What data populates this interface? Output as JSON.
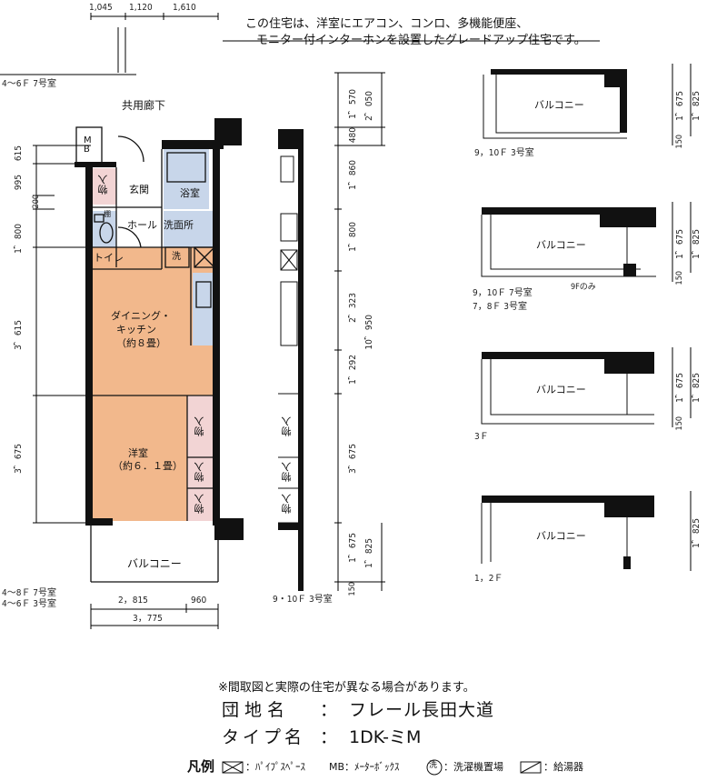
{
  "header_note": [
    "この住宅は、洋室にエアコン、コンロ、多機能便座、",
    "モニター付インターホンを設置したグレードアップ住宅です。"
  ],
  "top_dims": [
    "1,045",
    "1,120",
    "1,610"
  ],
  "unit_label_main": "4～6Ｆ 7号室",
  "corridor": "共用廊下",
  "rooms": {
    "mb": "M\nB",
    "storage": "物入",
    "entrance": "玄関",
    "bath": "浴室",
    "hall": "ホール",
    "washroom": "洗面所",
    "toilet": "トイレ",
    "washer_mark": "洗",
    "cabinet": "棚",
    "dining": "ダイニング・",
    "kitchen": "キッチン",
    "dining_size": "（約８畳）",
    "western": "洋室",
    "western_size": "（約６．１畳）",
    "balcony": "バルコニー"
  },
  "left_dims": [
    "615",
    "995",
    "200",
    "1，800",
    "3，615",
    "3，675"
  ],
  "center_dims": [
    "1，570",
    "2，050",
    "480",
    "1，860",
    "1，800",
    "2，323",
    "10，950",
    "1，292",
    "3，675",
    "1，675",
    "1，825",
    "150"
  ],
  "bottom_labels": [
    "4～8Ｆ 7号室",
    "4～6Ｆ 3号室"
  ],
  "bottom_dims": [
    "2，815",
    "960",
    "3，775"
  ],
  "side_label": "9・10Ｆ 3号室",
  "variants": [
    {
      "labels": [
        "9，10Ｆ 3号室"
      ],
      "dims": [
        "1，675",
        "1，825",
        "150"
      ]
    },
    {
      "labels": [
        "9，10Ｆ 7号室",
        "7，8Ｆ 3号室"
      ],
      "note": "9Fのみ",
      "dims": [
        "1，675",
        "1，825",
        "150"
      ]
    },
    {
      "labels": [
        "3Ｆ"
      ],
      "dims": [
        "1，675",
        "1，825",
        "150"
      ]
    },
    {
      "labels": [
        "1，2Ｆ"
      ],
      "dims": [
        "1，825"
      ]
    }
  ],
  "disclaimer": "※間取図と実際の住宅が異なる場合があります。",
  "info": [
    {
      "label": "団地名",
      "sep": "：",
      "value": "フレール長田大道"
    },
    {
      "label": "タイプ名",
      "sep": "：",
      "value": "1DK-ミM"
    }
  ],
  "legend": {
    "title": "凡例",
    "items": [
      "：ﾊﾟｲﾌﾟｽﾍﾟｰｽ",
      "MB：ﾒｰﾀｰﾎﾞｯｸｽ",
      "：洗濯機置場",
      "：給湯器"
    ]
  }
}
